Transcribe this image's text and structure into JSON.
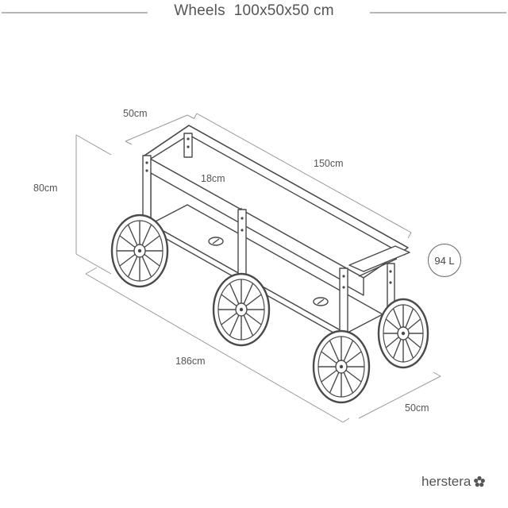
{
  "title": "Wheels  100x50x50 cm",
  "dimensions": {
    "depth_top": "50cm",
    "length": "150cm",
    "inner_depth": "18cm",
    "height": "80cm",
    "total_length": "186cm",
    "depth_bottom": "50cm"
  },
  "volume_badge": "94 L",
  "brand": {
    "name": "herstera",
    "logo_icon": "flower-icon"
  },
  "colors": {
    "line": "#555555",
    "dim_line": "#9a9a9a",
    "text": "#555555"
  }
}
